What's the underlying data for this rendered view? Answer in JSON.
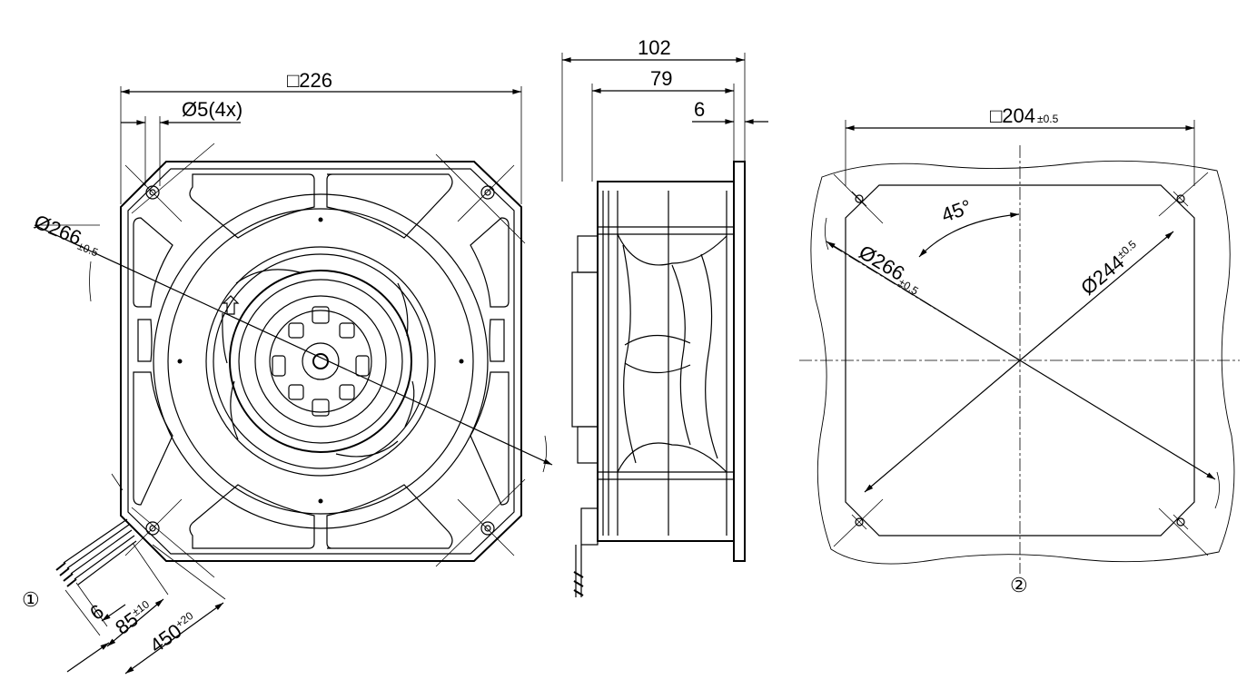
{
  "front_view": {
    "width_label": "□226",
    "hole_label": "Ø5(4x)",
    "diameter_label": "Ø266",
    "diameter_tol": "±0.5",
    "cable_strip_label": "6",
    "cable_85_label": "85",
    "cable_85_tol": "±10",
    "cable_450_label": "450",
    "cable_450_tol": "+20",
    "callout_1": "①"
  },
  "side_view": {
    "depth_total_label": "102",
    "depth_body_label": "79",
    "flange_label": "6"
  },
  "cutout_view": {
    "width_label": "□204",
    "width_tol": "±0.5",
    "angle_label": "45°",
    "diameter_266_label": "Ø266",
    "diameter_266_tol": "±0.5",
    "diameter_244_label": "Ø244",
    "diameter_244_tol": "±0.5",
    "callout_2": "②"
  }
}
